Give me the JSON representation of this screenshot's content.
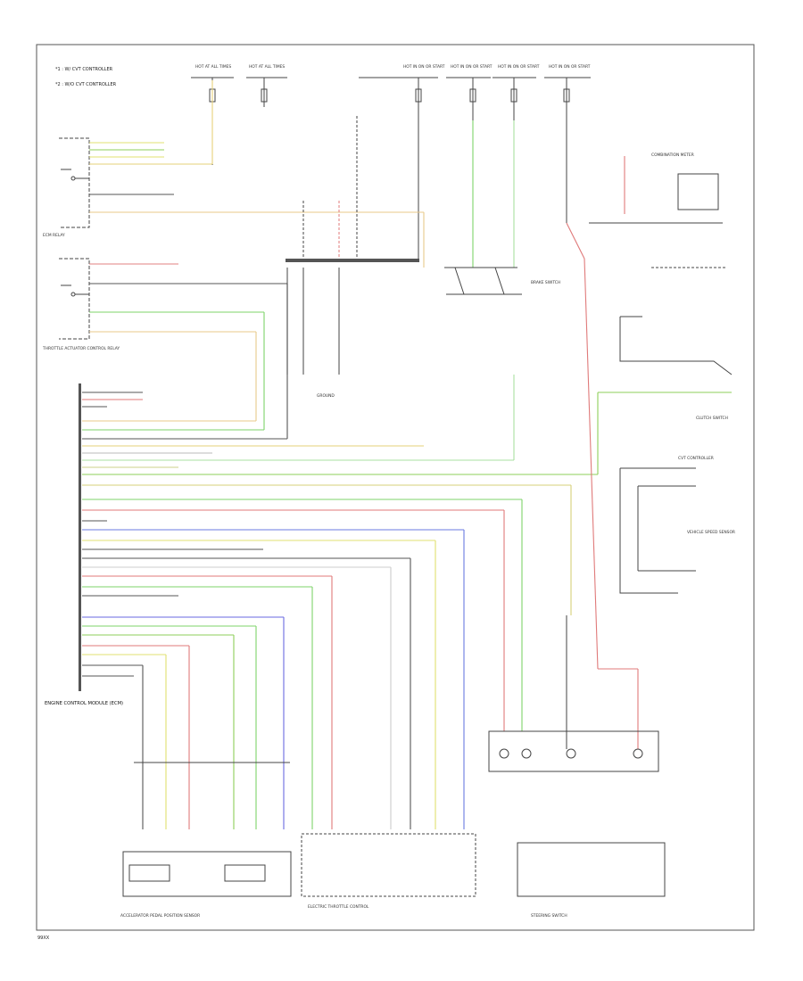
{
  "notes": [
    "*1 : W/ CVT CONTROLLER",
    "*2 : W/O CVT CONTROLLER"
  ],
  "fuses": [
    {
      "label": "HOT AT ALL TIMES"
    },
    {
      "label": "HOT AT ALL TIMES"
    },
    {
      "label": "HOT IN ON OR START"
    },
    {
      "label": "HOT IN ON OR START"
    },
    {
      "label": "HOT IN ON OR START"
    },
    {
      "label": "HOT IN ON OR START"
    }
  ],
  "components": {
    "ecm_relay": "ECM RELAY",
    "throttle_relay": "THROTTLE ACTUATOR CONTROL RELAY",
    "ecm": "ENGINE CONTROL MODULE (ECM)",
    "brake_switch": "BRAKE SWITCH",
    "steering_sw": "STEERING SWITCH",
    "apps": "ACCELERATOR PEDAL POSITION SENSOR",
    "throttle": "ELECTRIC THROTTLE CONTROL",
    "cvt": "CVT CONTROLLER",
    "clutch": "CLUTCH SWITCH",
    "combination_meter": "COMBINATION METER",
    "speed_sensor": "VEHICLE SPEED SENSOR"
  },
  "page_code": "99XX"
}
